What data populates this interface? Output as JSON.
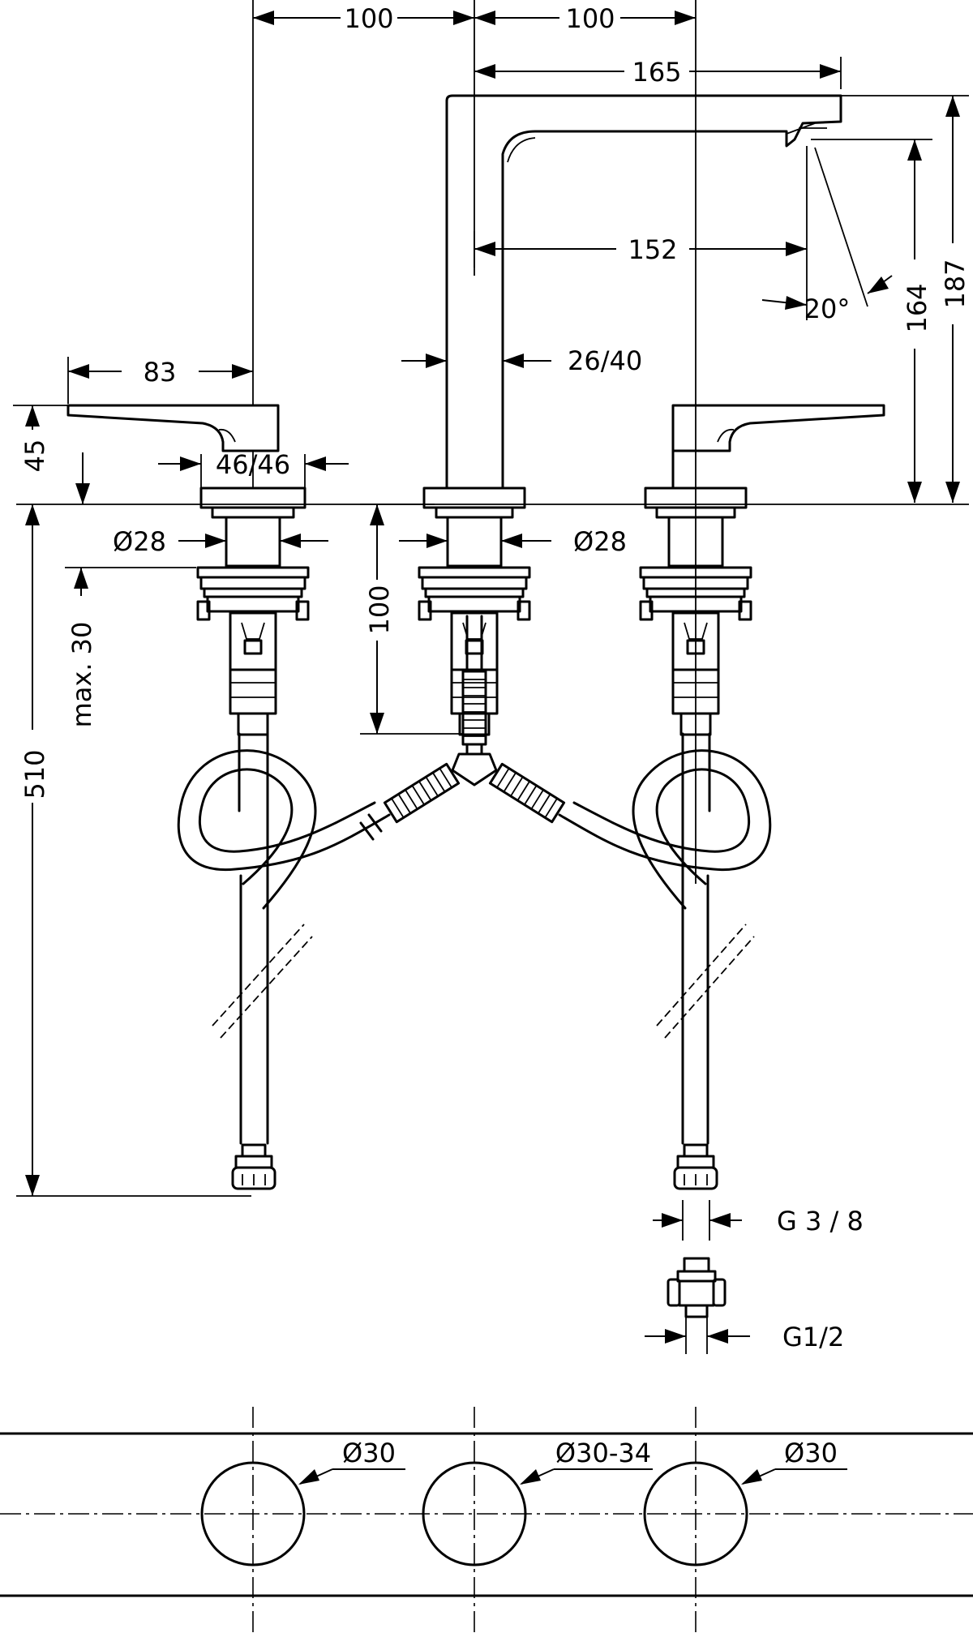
{
  "dimensions": {
    "top_left_100": "100",
    "top_right_100": "100",
    "spout_reach_165": "165",
    "outlet_152": "152",
    "spray_angle": "20°",
    "outlet_height_164": "164",
    "total_height_187": "187",
    "spout_width": "26/40",
    "handle_83": "83",
    "handle_45": "45",
    "handle_base": "46/46",
    "shank_left": "Ø28",
    "shank_center": "Ø28",
    "shank_100": "100",
    "max_thickness": "max. 30",
    "hose_510": "510",
    "thread_g38": "G 3 / 8",
    "thread_g12": "G1/2",
    "hole_left": "Ø30",
    "hole_center": "Ø30-34",
    "hole_right": "Ø30"
  }
}
